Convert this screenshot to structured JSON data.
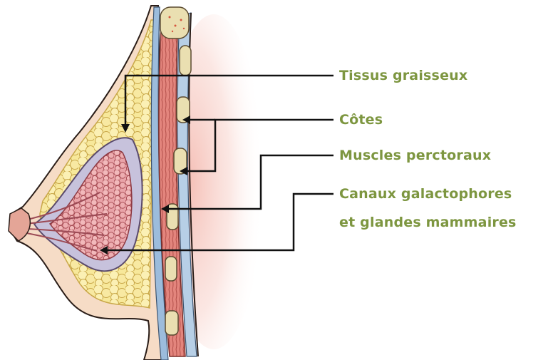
{
  "labels": {
    "fat": "Tissus graisseux",
    "ribs": "Côtes",
    "muscles": "Muscles perctoraux",
    "ducts_line1": "Canaux galactophores",
    "ducts_line2": "et glandes mammaires"
  },
  "colors": {
    "label_text": "#7d9640",
    "leader_line": "#111111",
    "skin": "#f6dcc6",
    "skin_outline": "#2a1d18",
    "fat": "#f7e89a",
    "fat_outline": "#c9a84a",
    "gland_capsule": "#c7c2dc",
    "gland_lobules": "#e9a3a8",
    "muscle": "#e3857d",
    "rib_bone": "#eadfb1",
    "chest_glow": "#f6c6bd",
    "pleura_blue": "#9cbcdc"
  },
  "icons": {
    "arrowheads": "arrow-head-icon"
  }
}
